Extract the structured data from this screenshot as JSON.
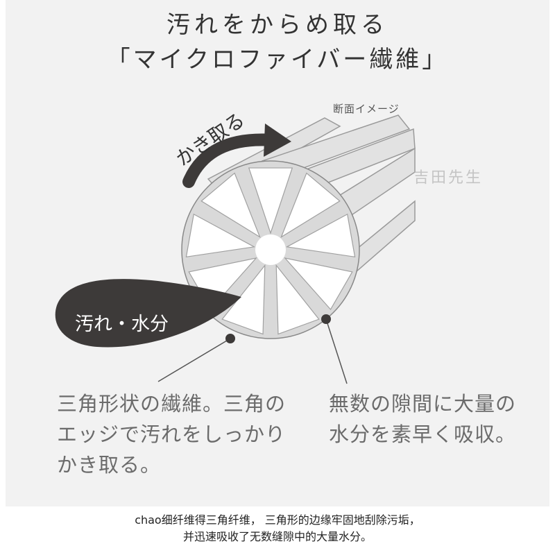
{
  "title": {
    "line1": "汚れをからめ取る",
    "line2": "「マイクロファイバー繊維」"
  },
  "diagram": {
    "section_label": "断面イメージ",
    "arrow_label": "かき取る",
    "dirt_label": "汚れ・水分",
    "watermark": "吉田先生"
  },
  "descriptions": {
    "left": [
      "三角形状の繊維。三角の",
      "エッジで汚れをしっかり",
      "かき取る。"
    ],
    "right": [
      "無数の隙間に大量の",
      "水分を素早く吸収。"
    ]
  },
  "caption": {
    "line1": "chao细纤维得三角纤维， 三角形的边缘牢固地刮除污垢，",
    "line2": "并迅速吸收了无数缝隙中的大量水分。"
  },
  "colors": {
    "panel": "#f2f2f2",
    "dark": "#3d3a39",
    "text": "#6b6b6b",
    "line": "#555555"
  }
}
